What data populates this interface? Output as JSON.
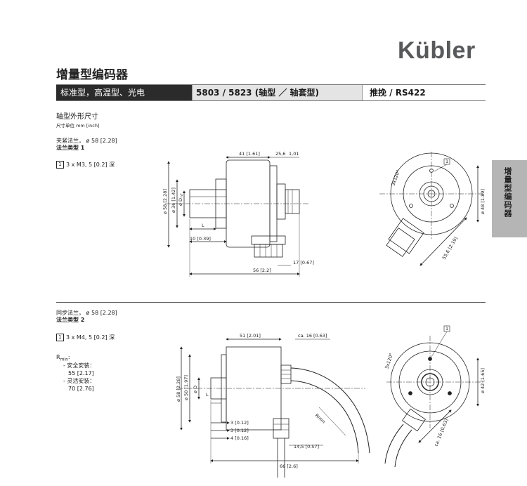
{
  "brand": {
    "logo": "Kübler"
  },
  "page": {
    "title": "增量型编码器"
  },
  "header": {
    "left": "标准型，高温型、光电",
    "middle": "5803 / 5823 (轴型 ／ 轴套型)",
    "right": "推挽 / RS422"
  },
  "side_tab": {
    "label": "增量型编码器"
  },
  "section1": {
    "title": "轴型外形尺寸",
    "subtitle": "尺寸单位 mm [inch]",
    "flange_line1": "夹紧法兰， ø 58 [2.28]",
    "flange_line2": "法兰类型 1",
    "note_num": "1",
    "note": "3 x M3, 5 [0.2] 深",
    "drawing": {
      "dim_41": "41 [1.61]",
      "dim_25": "25,6",
      "dim_101": "1,01",
      "dim_58": "ø 58 [2.28]",
      "dim_36": "ø 36 [1.42]",
      "dim_D": "ø D",
      "dim_D_sub": "h7",
      "dim_L": "L",
      "dim_10": "10 [0.39]",
      "dim_17": "17 [0.67]",
      "dim_56": "56 [2.2]",
      "dim_3x120": "3x120°",
      "dim_48": "ø 48 [1.89]",
      "dim_556": "55,6 [2.19]",
      "callout": "1"
    }
  },
  "section2": {
    "flange_line1": "同步法兰， ø 58 [2.28]",
    "flange_line2": "法兰类型 2",
    "note_num": "1",
    "note": "3 x M4, 5 [0.2] 深",
    "rmin_label": "R",
    "rmin_sub": "min",
    "rmin_colon": ":",
    "rmin_safe": "- 安全安装：",
    "rmin_safe_val": "55 [2.17]",
    "rmin_flex": "- 灵活安装：",
    "rmin_flex_val": "70 [2.76]",
    "drawing": {
      "dim_51": "51 [2.01]",
      "dim_ca16": "ca. 16 [0.63]",
      "dim_58": "ø 58 [2.28]",
      "dim_50": "ø 50 [1.97]",
      "dim_D": "ø D",
      "dim_L": "L",
      "dim_3a": "3 [0.12]",
      "dim_3b": "3 [0.12]",
      "dim_4": "4 [0.16]",
      "dim_145": "14,5 [0.57]",
      "dim_66": "66 [2.6]",
      "dim_rmin": "Rmin",
      "dim_3x120": "3x120°",
      "dim_42": "ø 42 [1.65]",
      "dim_ca16b": "ca. 16 [0.63]",
      "callout": "1"
    }
  }
}
